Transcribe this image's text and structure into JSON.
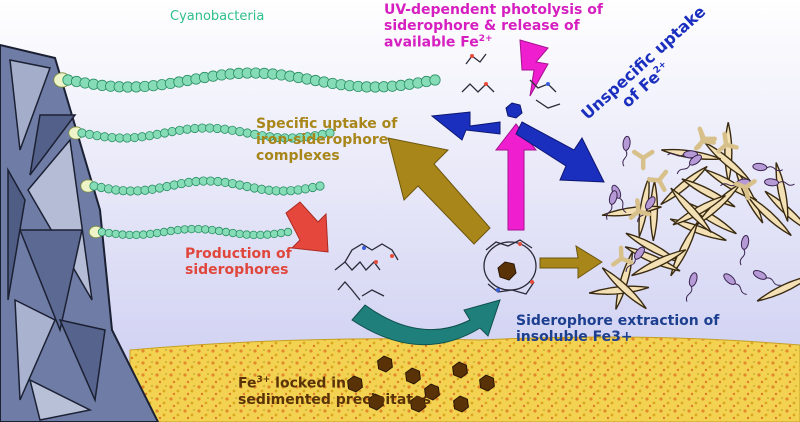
{
  "labels": {
    "cyanobacteria": "Cyanobacteria",
    "uv_line1": "UV-dependent photolysis of",
    "uv_line2": "siderophore & release of",
    "uv_line3_pre": "available Fe",
    "uv_line3_sup": "2+",
    "unspecific_line1": "Unspecific uptake",
    "unspecific_line2_pre": "of Fe",
    "unspecific_line2_sup": "2+",
    "specific_line1": "Specific uptake of",
    "specific_line2": "iron-siderophore",
    "specific_line3": "complexes",
    "production_line1": "Production of",
    "production_line2": "siderophores",
    "extraction_line1": "Siderophore extraction of",
    "extraction_line2": "insoluble Fe3+",
    "locked_pre": "Fe",
    "locked_sup": "3+",
    "locked_line1_post": " locked in",
    "locked_line2": "sedimented precipitates"
  },
  "colors": {
    "cyanobacteria": "#2fbf8a",
    "uv": "#d61fc0",
    "unspecific": "#1b2fbf",
    "specific": "#a8861a",
    "production": "#e0473c",
    "extraction": "#1d3f8f",
    "locked": "#5a3208",
    "water_top": "#ffffff",
    "water_bottom": "#cfd0f2",
    "sediment": "#f0c23a",
    "rock": "#6f7da6"
  }
}
